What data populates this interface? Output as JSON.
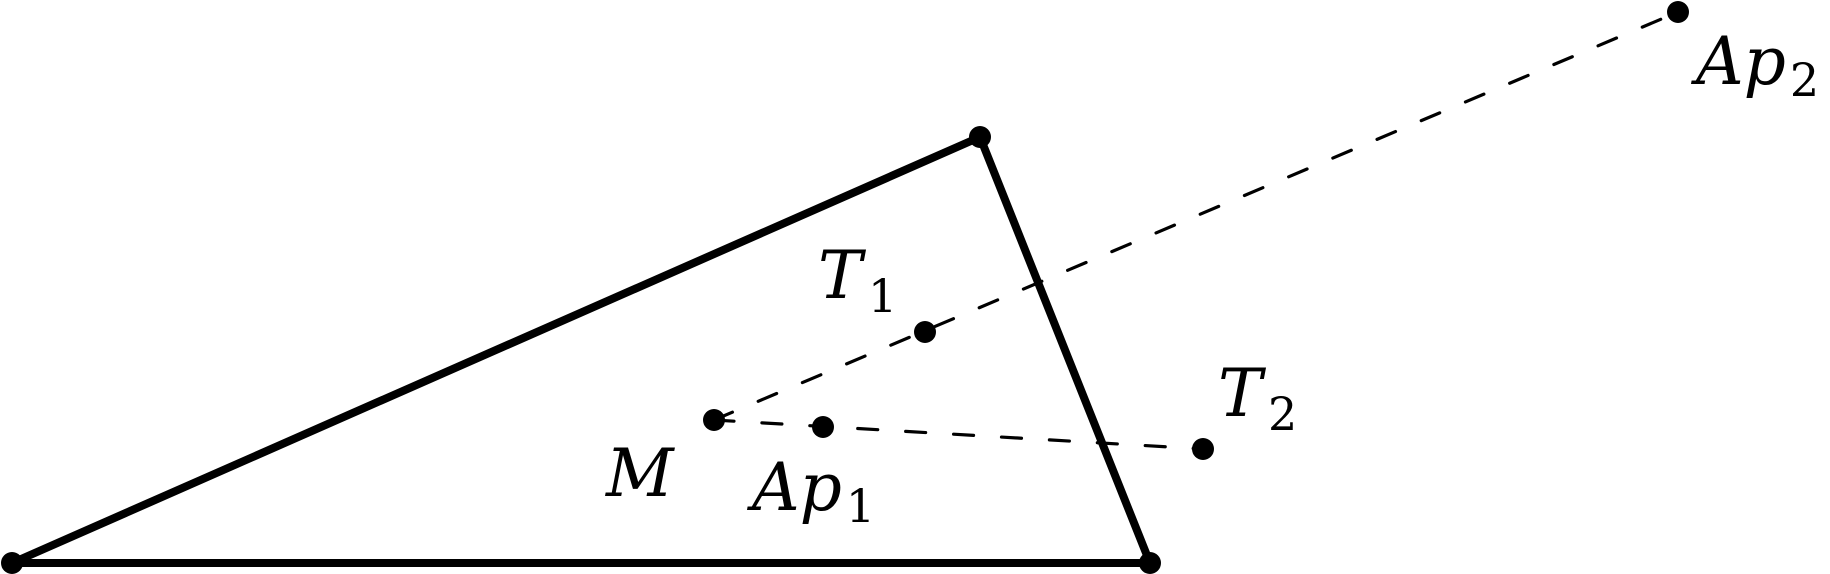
{
  "labels": {
    "T1": {
      "main": "T",
      "sub": "1"
    },
    "T2": {
      "main": "T",
      "sub": "2"
    },
    "M": {
      "main": "M"
    },
    "Ap1": {
      "main": "Ap",
      "sub": "1"
    },
    "Ap2": {
      "main": "Ap",
      "sub": "2"
    }
  }
}
